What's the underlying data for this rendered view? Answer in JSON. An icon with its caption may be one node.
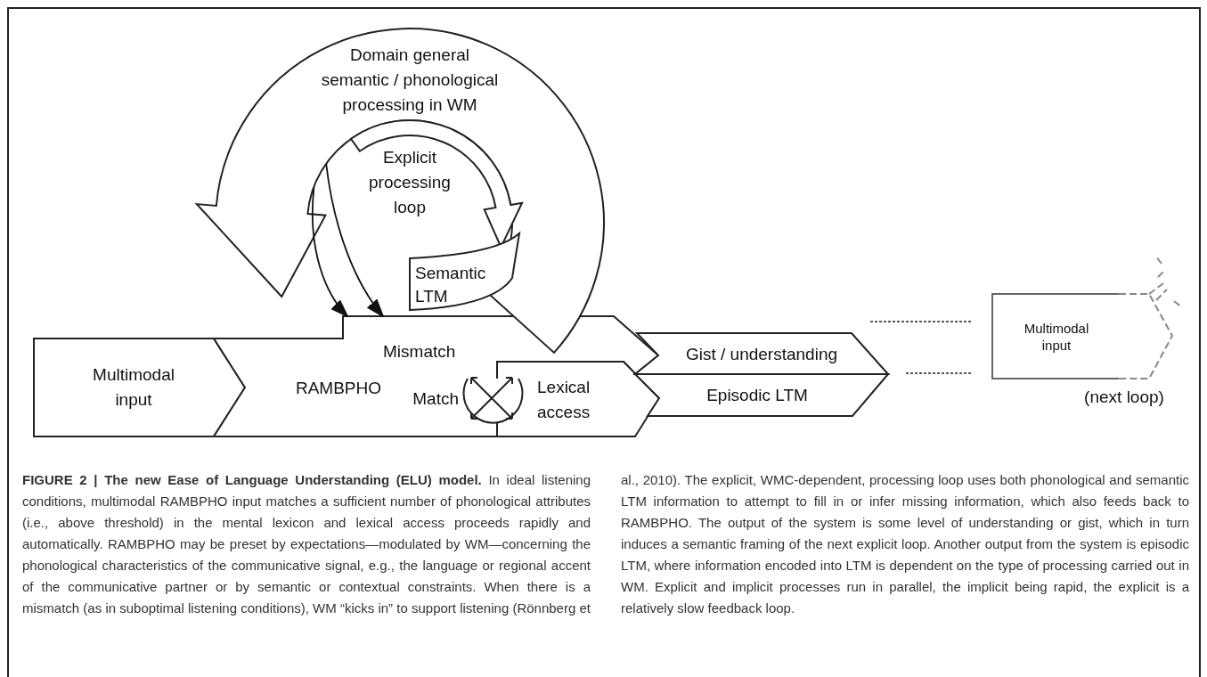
{
  "diagram": {
    "caption": "**FIGURE 2 | The new Ease of Language Understanding (ELU) model.** In ideal listening conditions, multimodal RAMBPHO input matches a sufficient number of phonological attributes (i.e., above threshold) in the mental lexicon and lexical access proceeds rapidly and automatically. RAMBPHO may be preset by expectations—modulated by WM—concerning the phonological characteristics of the communicative signal, e.g., the language or regional accent of the communicative partner or by semantic or contextual constraints. When there is a mismatch (as in suboptimal listening conditions), WM “kicks in” to support listening (Rönnberg et al., 2010). The explicit, WMC-dependent, processing loop uses both phonological and semantic LTM information to attempt to fill in or infer missing information, which also feeds back to RAMBPHO. The output of the system is some level of understanding or gist, which in turn induces a semantic framing of the next explicit loop. Another output from the system is episodic LTM, where information encoded into LTM is dependent on the type of processing carried out in WM. Explicit and implicit processes run in parallel, the implicit being rapid, the explicit is a relatively slow feedback loop.",
    "nodes": [
      {
        "text": [
          "Domain general semantic / phonological processing in WM"
        ]
      },
      {
        "text": [
          "Explicit processing loop"
        ]
      },
      {
        "text": [
          "Semantic LTM"
        ]
      },
      {
        "text": [
          "Multimodal input"
        ]
      },
      {
        "text": [
          "RAMBPHO"
        ]
      },
      {
        "text": [
          "Lexical access"
        ]
      },
      {
        "text": [
          "Gist / understanding"
        ]
      },
      {
        "text": [
          "Episodic LTM"
        ]
      },
      {
        "text": [
          "Multimodal input"
        ],
        "beside": [
          "(next loop)"
        ]
      }
    ],
    "edges": [
      {
        "from": 0,
        "to": 4,
        "arrow": "to"
      },
      {
        "from": 0,
        "to": 4,
        "arrow": "to"
      }
    ],
    "labels": [
      "Mismatch",
      "Match"
    ]
  }
}
